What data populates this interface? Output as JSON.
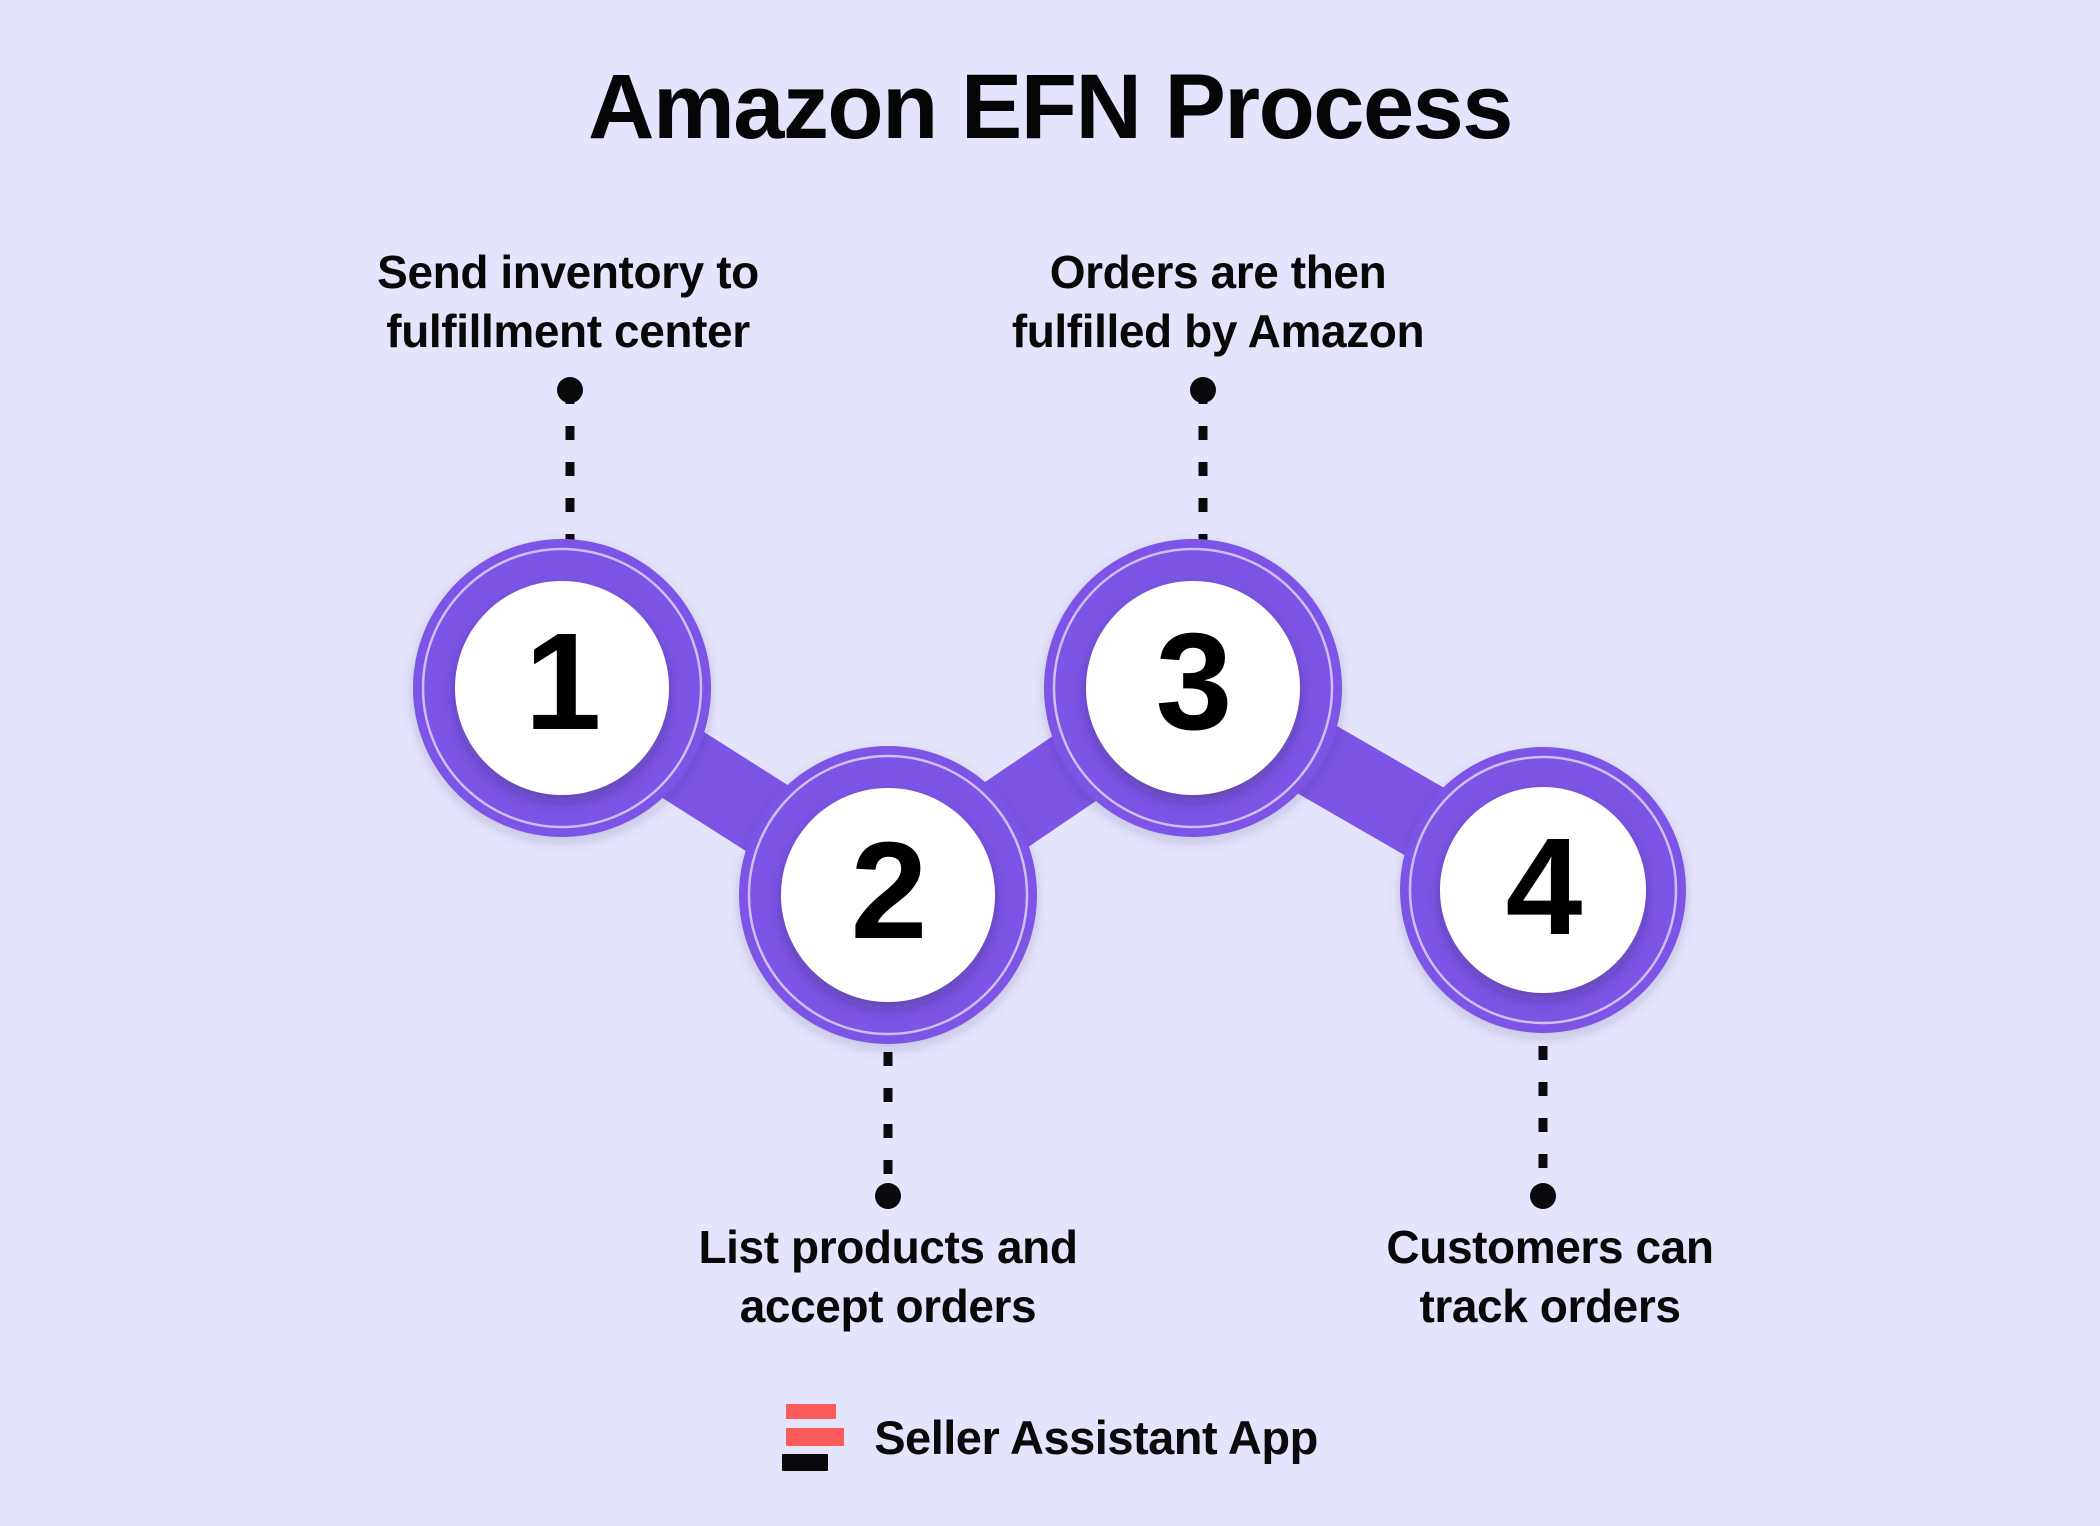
{
  "title": "Amazon EFN Process",
  "theme": {
    "background": "#e5e4fd",
    "accent_purple": "#7d55e6",
    "ring_inner_stroke": "#cdb8f7",
    "circle_fill": "#ffffff",
    "text_color": "#080809",
    "brand_red": "#fb5a5a",
    "brand_black": "#08080a"
  },
  "steps": [
    {
      "number": "1",
      "caption": "Send inventory to\nfulfillment center",
      "caption_position": "above",
      "connector": "dotted-line-with-dot"
    },
    {
      "number": "2",
      "caption": "List products and\naccept orders",
      "caption_position": "below",
      "connector": "dotted-line-with-dot"
    },
    {
      "number": "3",
      "caption": "Orders are then\nfulfilled by Amazon",
      "caption_position": "above",
      "connector": "dotted-line-with-dot"
    },
    {
      "number": "4",
      "caption": "Customers can\ntrack orders",
      "caption_position": "below",
      "connector": "dotted-line-with-dot"
    }
  ],
  "footer": {
    "brand_name": "Seller Assistant App",
    "logo_icon": "three-bars-logo-icon"
  }
}
